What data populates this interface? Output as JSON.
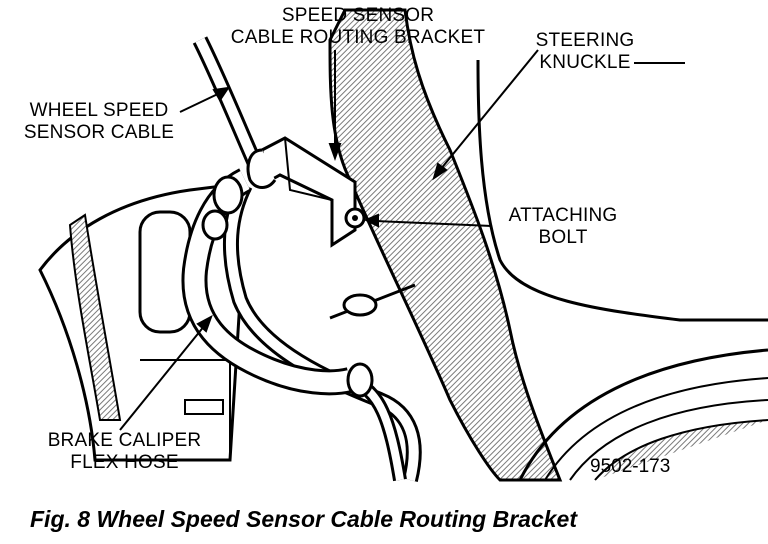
{
  "labels": {
    "speed_sensor_bracket": [
      "SPEED SENSOR",
      "CABLE ROUTING BRACKET"
    ],
    "steering_knuckle": [
      "STEERING",
      "KNUCKLE"
    ],
    "wheel_speed_cable": [
      "WHEEL SPEED",
      "SENSOR CABLE"
    ],
    "attaching_bolt": [
      "ATTACHING",
      "BOLT"
    ],
    "brake_hose": [
      "BRAKE CALIPER",
      "FLEX HOSE"
    ]
  },
  "figure_number": "9502-173",
  "caption": "Fig. 8 Wheel Speed Sensor Cable Routing Bracket",
  "colors": {
    "ink": "#000000",
    "paper": "#ffffff",
    "hatch": "#8a8a8a"
  }
}
